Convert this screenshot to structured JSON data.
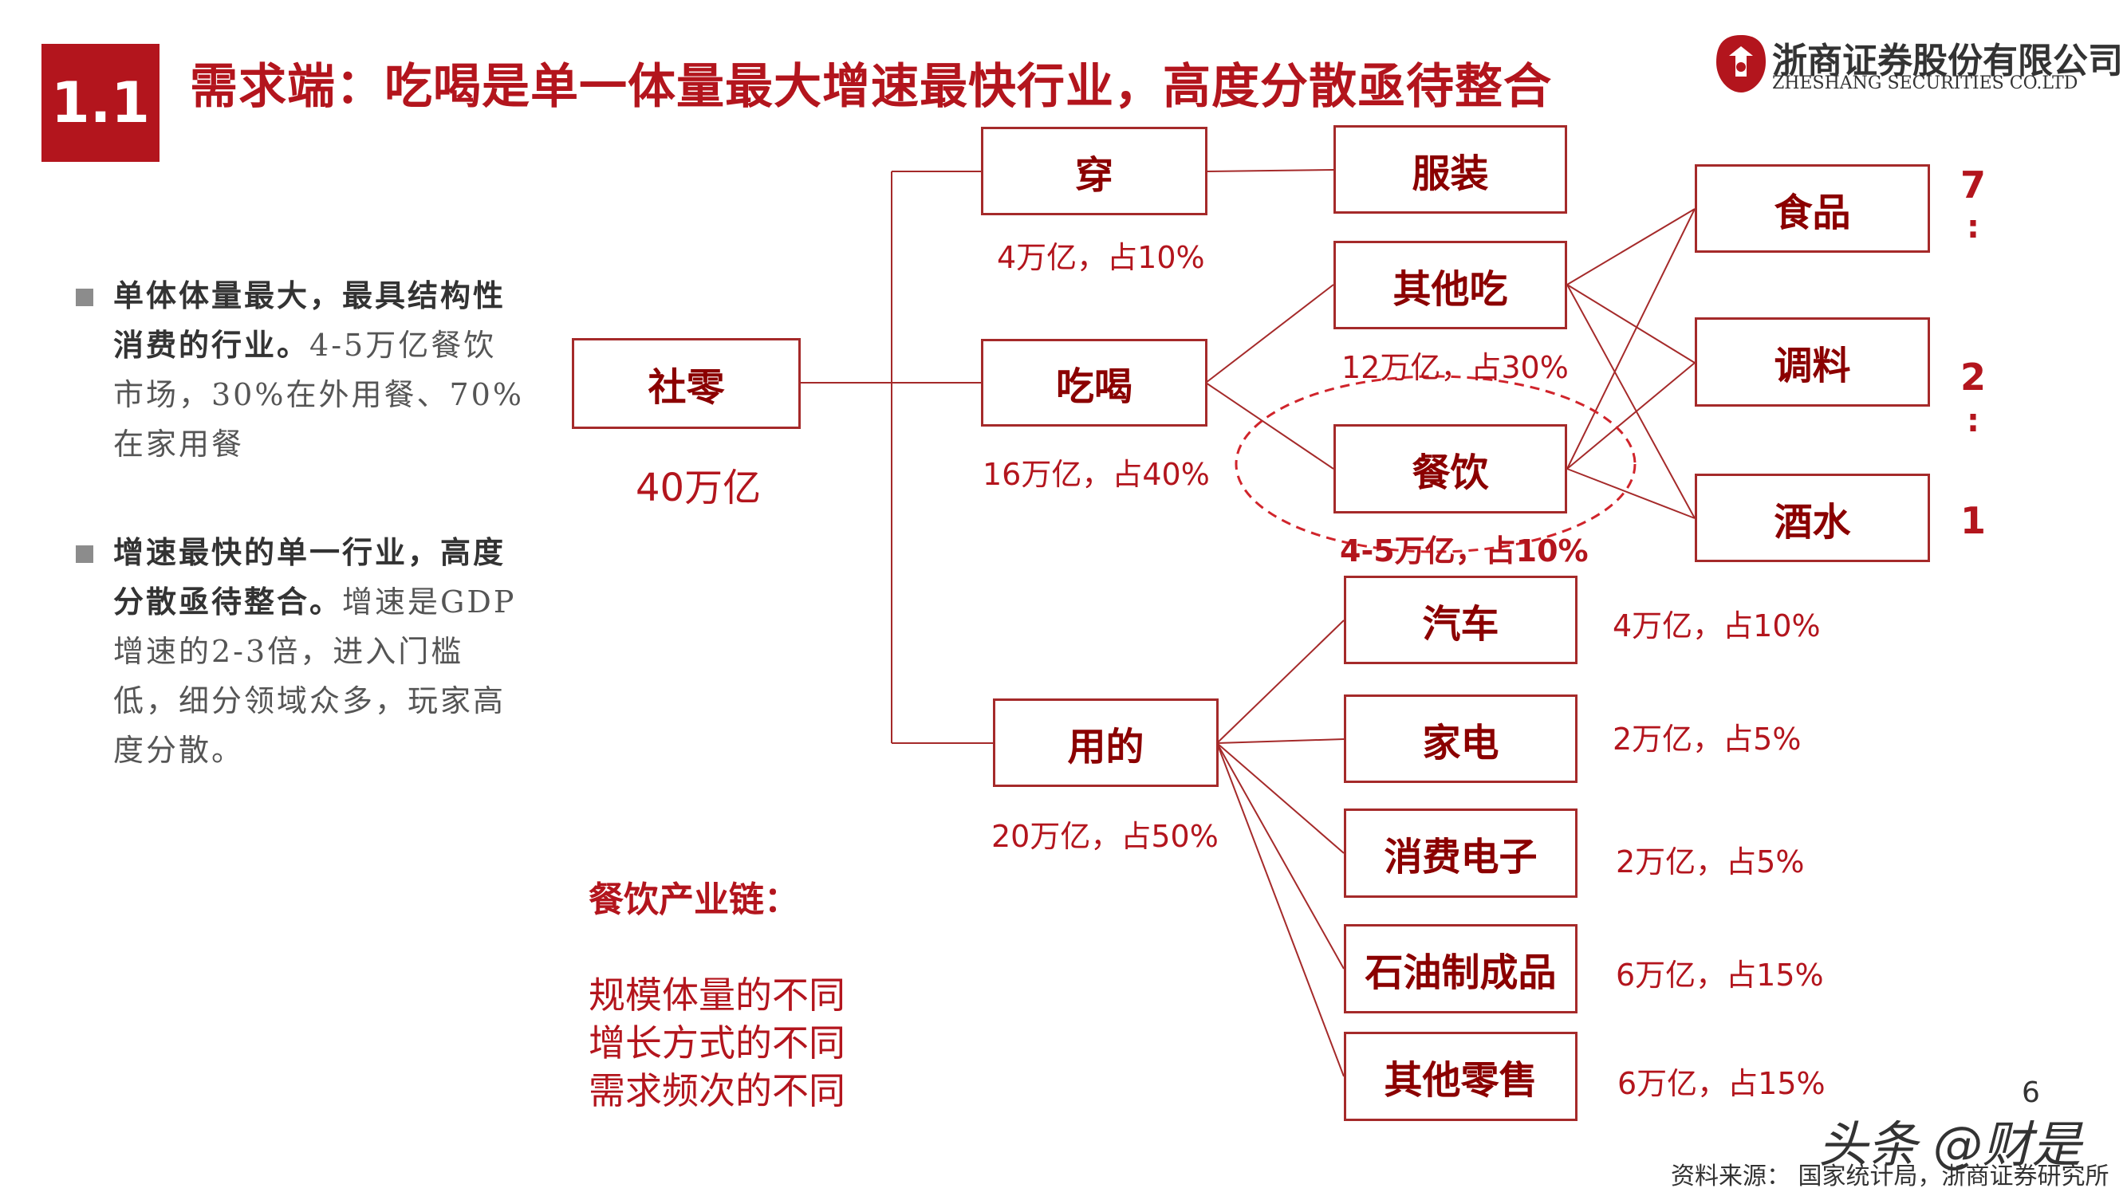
{
  "header": {
    "section_number": "1.1",
    "title": "需求端：吃喝是单一体量最大增速最快行业，高度分散亟待整合",
    "company_name_cn": "浙商证券股份有限公司",
    "company_name_en": "ZHESHANG SECURITIES CO.LTD",
    "logo_icon": "zheshang-logo-icon"
  },
  "colors": {
    "accent": "#b3151d",
    "node_border": "#a52a2a",
    "bullet": "#8c8c8c"
  },
  "bullets": [
    {
      "bold": "单体体量最大，最具结构性消费的行业。",
      "text": "4-5万亿餐饮市场，30%在外用餐、70%在家用餐"
    },
    {
      "bold": "增速最快的单一行业，高度分散亟待整合。",
      "text": "增速是GDP增速的2-3倍，进入门槛低，细分领域众多，玩家高度分散。"
    }
  ],
  "tree": {
    "root": {
      "label": "社零",
      "value": "40万亿"
    },
    "wear": {
      "label": "穿",
      "value": "4万亿，占10%"
    },
    "clothing": {
      "label": "服装"
    },
    "eat": {
      "label": "吃喝",
      "value": "16万亿，占40%"
    },
    "other_eat": {
      "label": "其他吃",
      "value": "12万亿，占30%"
    },
    "catering": {
      "label": "餐饮",
      "value": "4-5万亿，占10%"
    },
    "food": {
      "label": "食品",
      "rank": "7"
    },
    "seasoning": {
      "label": "调料",
      "rank": "2"
    },
    "liquor": {
      "label": "酒水",
      "rank": "1"
    },
    "use": {
      "label": "用的",
      "value": "20万亿，占50%"
    },
    "use_children": [
      {
        "label": "汽车",
        "value": "4万亿，占10%"
      },
      {
        "label": "家电",
        "value": "2万亿，占5%"
      },
      {
        "label": "消费电子",
        "value": "2万亿，占5%"
      },
      {
        "label": "石油制成品",
        "value": "6万亿，占15%"
      },
      {
        "label": "其他零售",
        "value": "6万亿，占15%"
      }
    ]
  },
  "chain": {
    "title": "餐饮产业链：",
    "items": [
      "规模体量的不同",
      "增长方式的不同",
      "需求频次的不同"
    ]
  },
  "footer": {
    "page_number": "6",
    "watermark": "头条 @财是",
    "source": "资料来源： 国家统计局，浙商证券研究所"
  }
}
